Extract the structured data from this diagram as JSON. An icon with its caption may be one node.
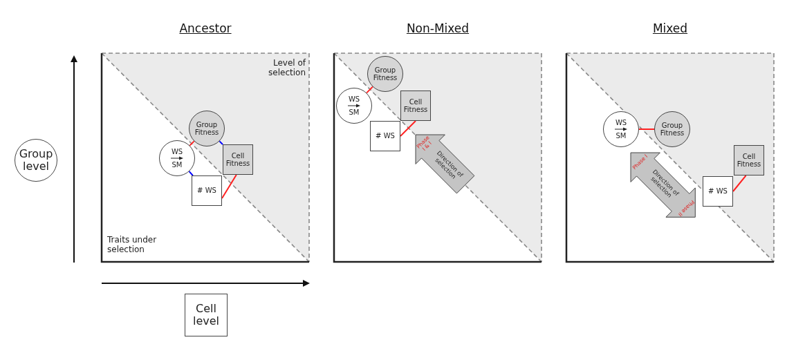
{
  "diagram": {
    "nodes": [
      {
        "text": [
          "Ancestor"
        ]
      },
      {
        "text": [
          "Group Fitness"
        ],
        "in": 0
      },
      {
        "text": [
          "WS",
          "SM"
        ],
        "in": 0
      },
      {
        "text": [
          "Cell Fitness"
        ],
        "in": 0
      },
      {
        "text": [
          "# WS"
        ],
        "in": 0
      },
      {
        "text": [
          "Non-Mixed"
        ]
      },
      {
        "text": [
          "Group Fitness"
        ],
        "in": 5
      },
      {
        "text": [
          "WS",
          "SM"
        ],
        "in": 5
      },
      {
        "text": [
          "Cell Fitness"
        ],
        "in": 5
      },
      {
        "text": [
          "# WS"
        ],
        "in": 5
      },
      {
        "text": [
          "Phase I & I",
          "Direction of selection"
        ],
        "in": 5
      },
      {
        "text": [
          "Mixed"
        ]
      },
      {
        "text": [
          "WS",
          "SM"
        ],
        "in": 11
      },
      {
        "text": [
          "Group Fitness"
        ],
        "in": 11
      },
      {
        "text": [
          "Cell Fitness"
        ],
        "in": 11
      },
      {
        "text": [
          "# WS"
        ],
        "in": 11
      },
      {
        "text": [
          "Phase I",
          "Direction of selection",
          "Phase II"
        ],
        "in": 11
      },
      {
        "text": [
          "Group level"
        ]
      },
      {
        "text": [
          "Cell level"
        ]
      }
    ],
    "edges": [
      {
        "from": 1,
        "to": 2,
        "arrow": "none"
      },
      {
        "from": 1,
        "to": 3,
        "arrow": "none",
        "color": "#0000ff"
      },
      {
        "from": 2,
        "to": 4,
        "arrow": "none",
        "color": "#0000ff"
      },
      {
        "from": 4,
        "to": 3,
        "arrow": "none"
      },
      {
        "from": 7,
        "to": 6,
        "arrow": "none"
      },
      {
        "from": 9,
        "to": 8,
        "arrow": "none"
      },
      {
        "from": 12,
        "to": 13,
        "arrow": "none"
      },
      {
        "from": 15,
        "to": 14,
        "arrow": "none"
      }
    ],
    "labels": [
      "Level of selection",
      "Traits under selection"
    ]
  }
}
